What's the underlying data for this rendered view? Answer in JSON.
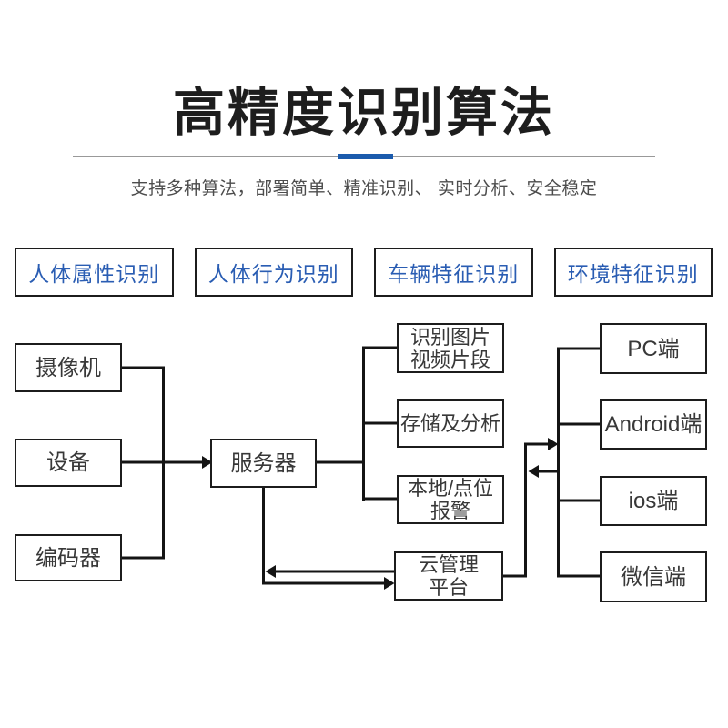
{
  "header": {
    "title": "高精度识别算法",
    "subtitle": "支持多种算法，部署简单、精准识别、 实时分析、安全稳定"
  },
  "categories": [
    {
      "label": "人体属性识别"
    },
    {
      "label": "人体行为识别"
    },
    {
      "label": "车辆特征识别"
    },
    {
      "label": "环境特征识别"
    }
  ],
  "flow": {
    "sources": [
      {
        "label": "摄像机"
      },
      {
        "label": "设备"
      },
      {
        "label": "编码器"
      }
    ],
    "server": {
      "label": "服务器"
    },
    "functions": [
      {
        "line1": "识别图片",
        "line2": "视频片段"
      },
      {
        "line1": "存储及分析",
        "line2": ""
      },
      {
        "line1": "本地/点位",
        "line2": "报警"
      },
      {
        "line1": "云管理",
        "line2": "平台"
      }
    ],
    "terminals": [
      {
        "label": "PC端"
      },
      {
        "label": "Android端"
      },
      {
        "label": "ios端"
      },
      {
        "label": "微信端"
      }
    ]
  },
  "colors": {
    "accent_blue": "#1b5bad",
    "category_text_blue": "#2a5db3",
    "divider_gray": "#999999",
    "title_black": "#1d1d1d",
    "subtitle_gray": "#4c4c4c",
    "node_text": "#383838",
    "node_border": "#1c1c1c",
    "wire_black": "#141414"
  }
}
